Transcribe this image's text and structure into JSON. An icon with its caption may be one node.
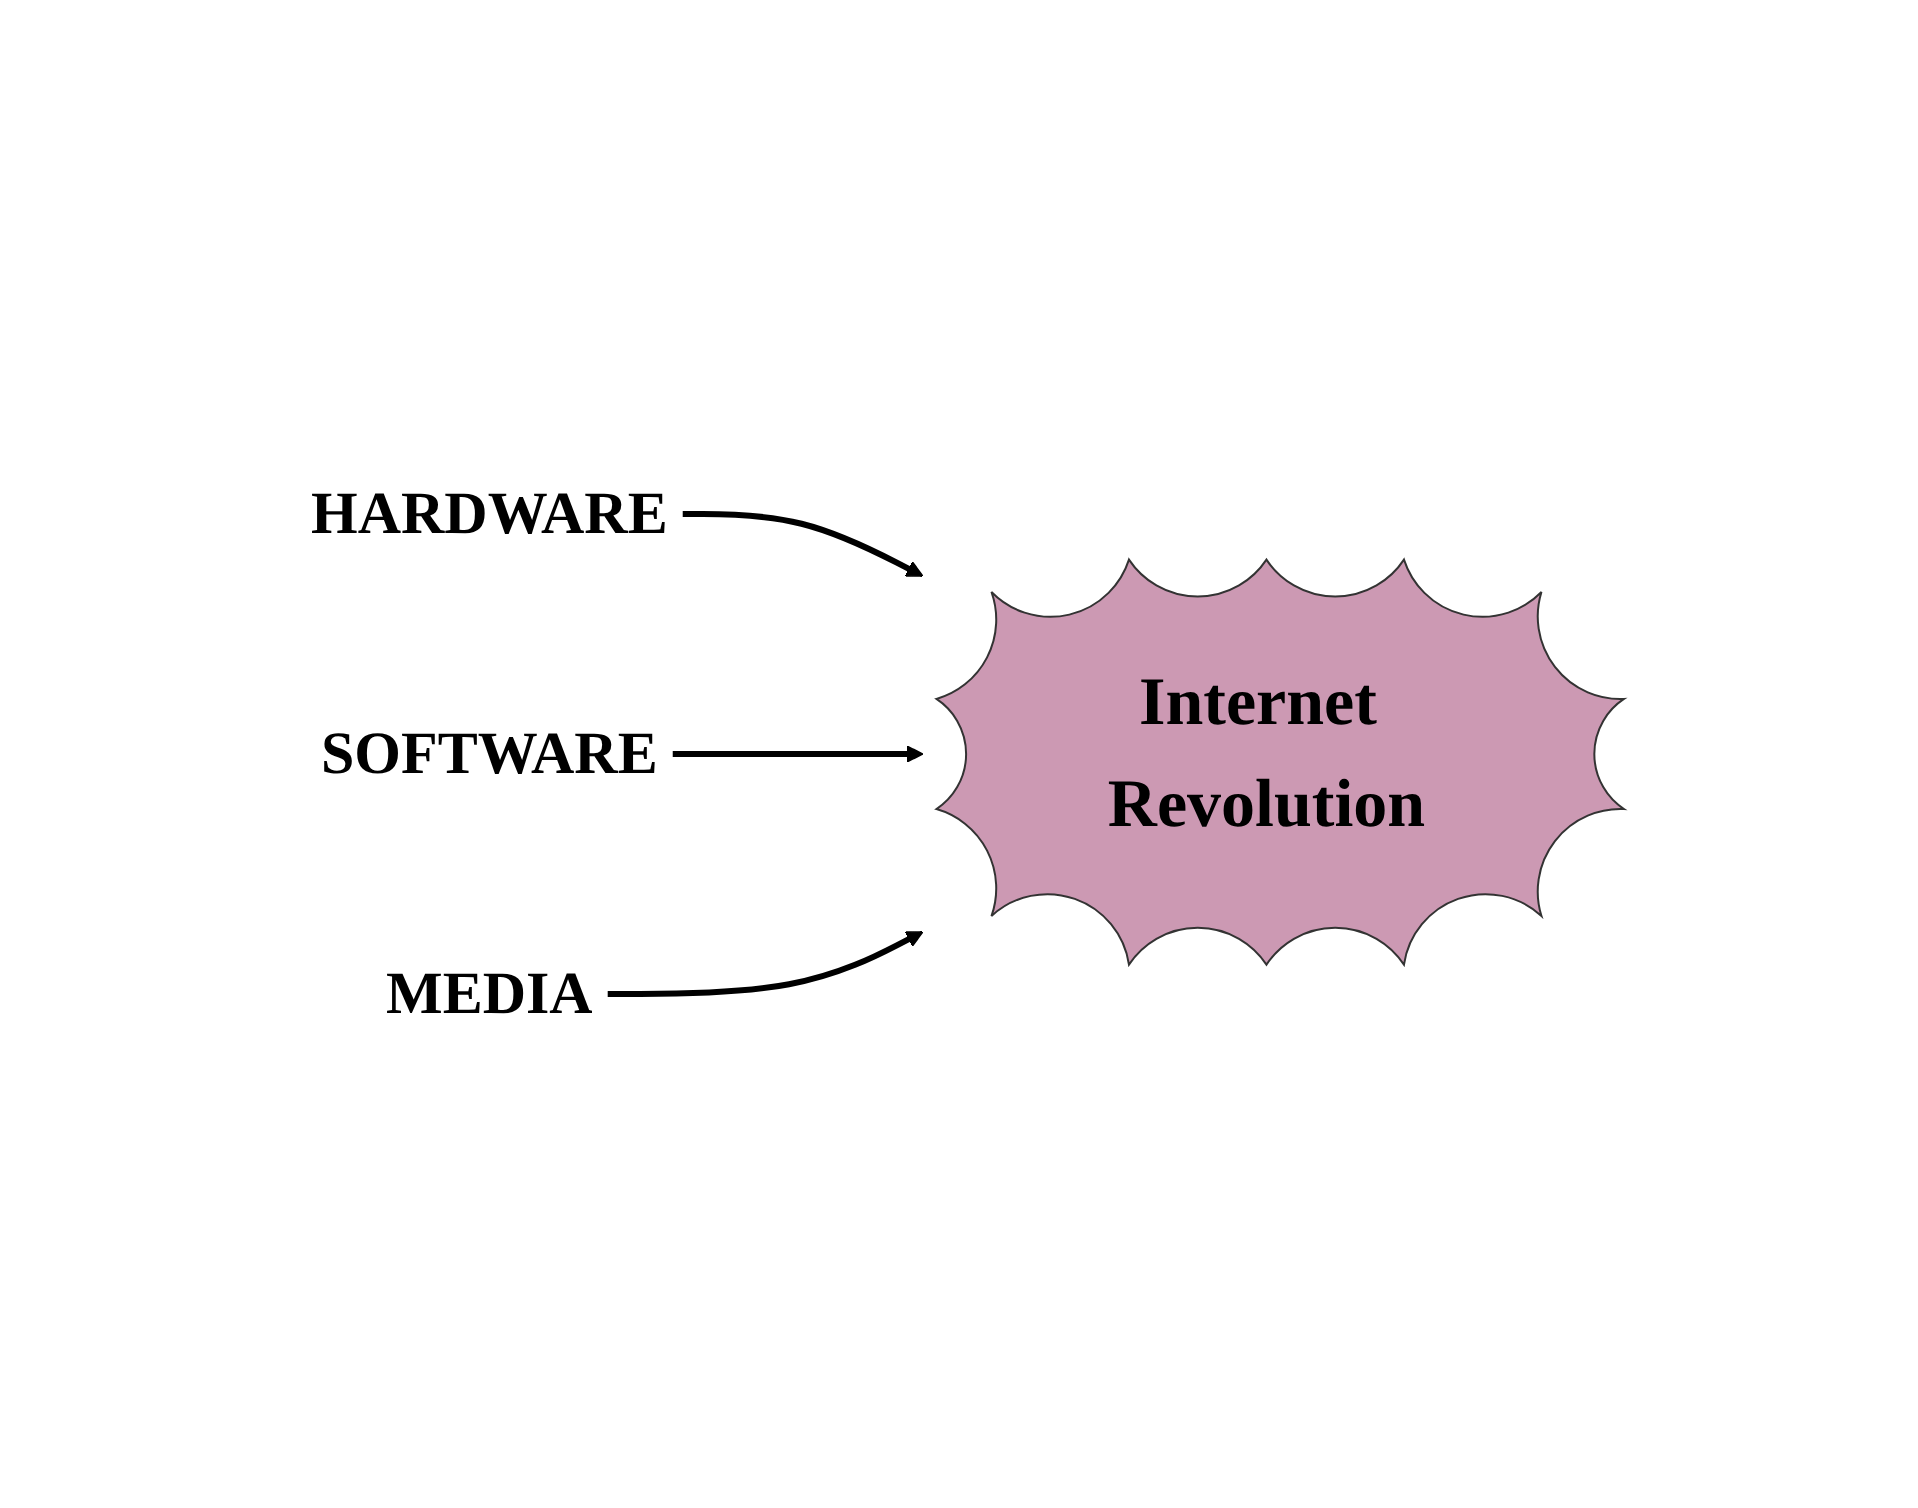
{
  "diagram": {
    "nodes": [
      {
        "text": [
          "HARDWARE"
        ]
      },
      {
        "text": [
          "SOFTWARE"
        ]
      },
      {
        "text": [
          "MEDIA"
        ]
      },
      {
        "text": [
          "Internet Revolution"
        ]
      }
    ],
    "edges": [
      {
        "from": 0,
        "to": 3,
        "arrow": "to"
      },
      {
        "from": 1,
        "to": 3,
        "arrow": "to"
      },
      {
        "from": 2,
        "to": 3,
        "arrow": "to"
      }
    ]
  }
}
